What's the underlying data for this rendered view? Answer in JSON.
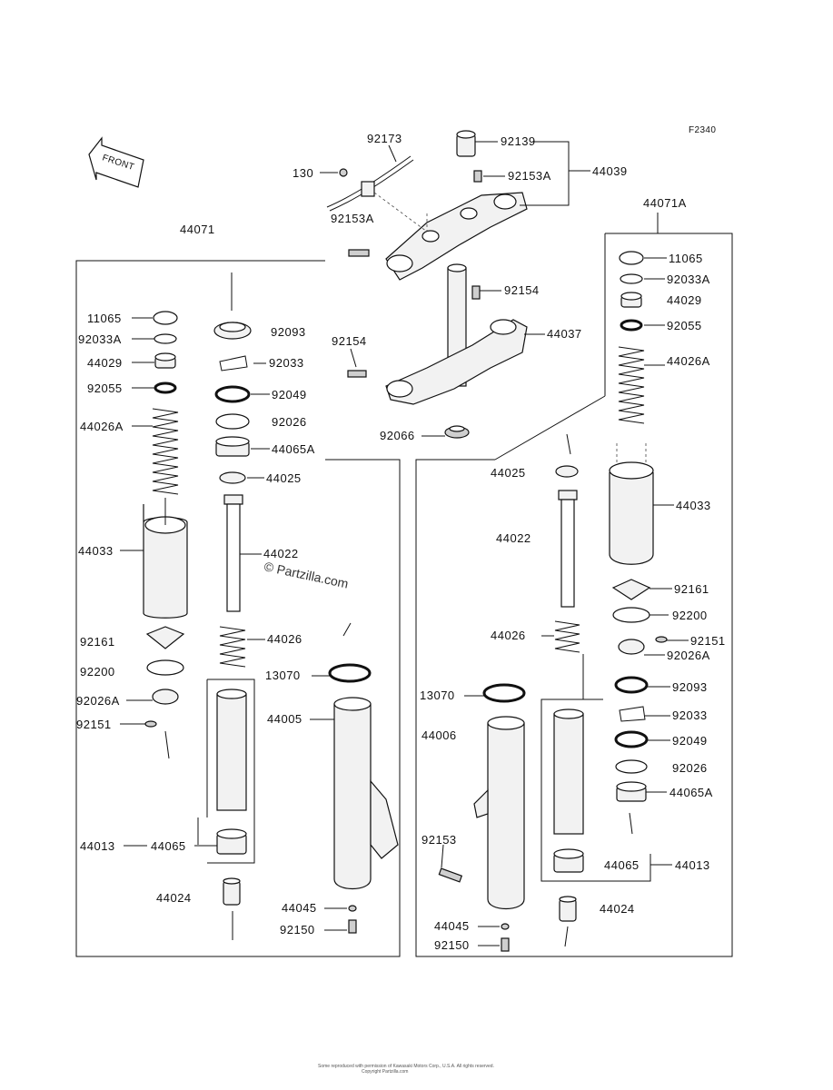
{
  "figure_code": "F2340",
  "front_arrow_text": "FRONT",
  "watermark": "© Partzilla.com",
  "footer_line1": "Some reproduced with permission of Kawasaki Motors Corp., U.S.A. All rights reserved.",
  "footer_line2": "Copyright Partzilla.com",
  "top_labels": {
    "p92173": "92173",
    "p130": "130",
    "p92153A_left": "92153A",
    "p92139": "92139",
    "p92153A_right": "92153A",
    "p44039": "44039",
    "p92154_right": "92154",
    "p92154_left": "92154",
    "p44037": "44037",
    "p92066": "92066"
  },
  "left_assembly": {
    "title": "44071",
    "labels": {
      "a11065": "11065",
      "a92033A": "92033A",
      "a44029": "44029",
      "a92055": "92055",
      "a44026A": "44026A",
      "a44033": "44033",
      "a92161": "92161",
      "a92200": "92200",
      "a92026A": "92026A",
      "a92151": "92151",
      "a92093": "92093",
      "a92033": "92033",
      "a92049": "92049",
      "a92026": "92026",
      "a44065A": "44065A",
      "a44025": "44025",
      "a44022": "44022",
      "a44026": "44026",
      "a13070": "13070",
      "a44005": "44005",
      "a44013": "44013",
      "a44065": "44065",
      "a44024": "44024",
      "a44045": "44045",
      "a92150": "92150"
    }
  },
  "right_assembly": {
    "title": "44071A",
    "labels": {
      "b11065": "11065",
      "b92033A": "92033A",
      "b44029": "44029",
      "b92055": "92055",
      "b44026A": "44026A",
      "b44025": "44025",
      "b44022": "44022",
      "b44033": "44033",
      "b92161": "92161",
      "b92200": "92200",
      "b92151": "92151",
      "b92026A": "92026A",
      "b44026": "44026",
      "b92093": "92093",
      "b13070": "13070",
      "b92033": "92033",
      "b44006": "44006",
      "b92049": "92049",
      "b92026": "92026",
      "b44065A": "44065A",
      "b92153": "92153",
      "b44065": "44065",
      "b44013": "44013",
      "b44024": "44024",
      "b44045": "44045",
      "b92150": "92150"
    }
  }
}
